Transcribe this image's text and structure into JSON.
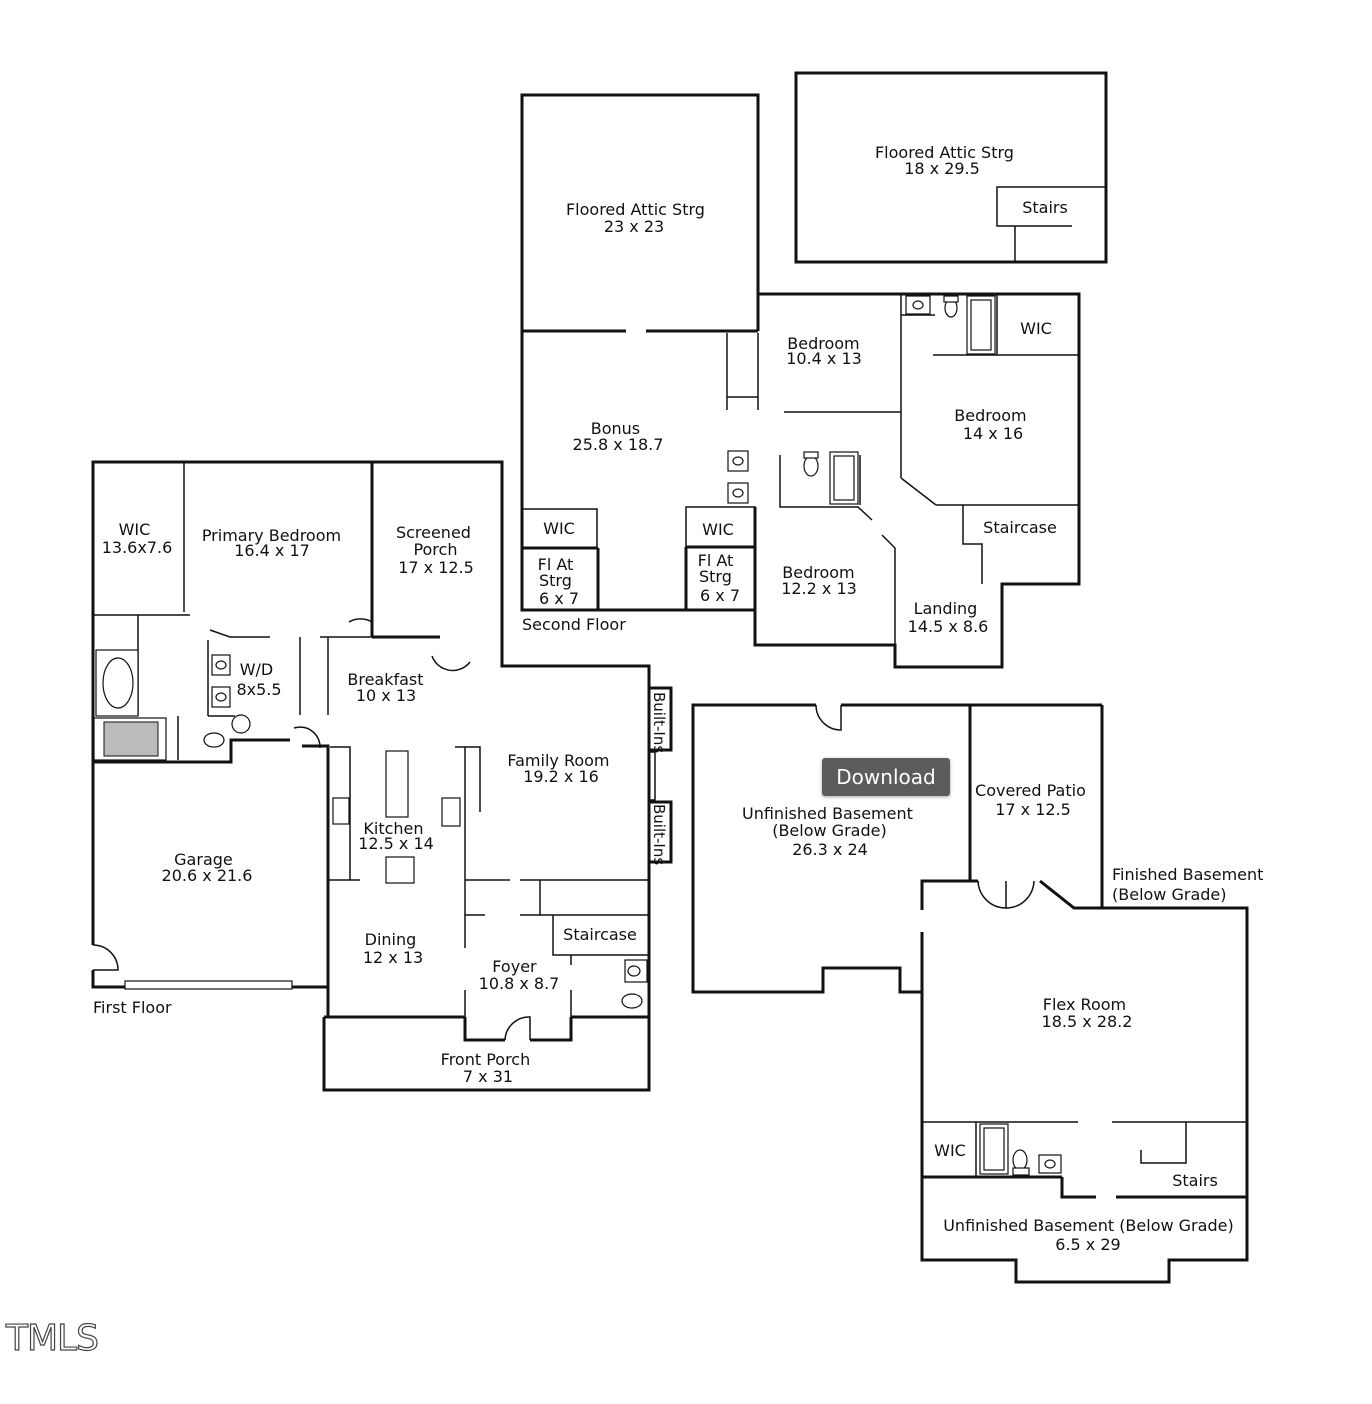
{
  "download_label": "Download",
  "logo_text": "TMLS",
  "floors": {
    "first": "First Floor",
    "second": "Second Floor",
    "finished_basement": [
      "Finished Basement",
      "(Below Grade)"
    ]
  },
  "rooms": {
    "attic_left": [
      "Floored Attic Strg",
      "23 x 23"
    ],
    "attic_right": [
      "Floored Attic Strg",
      "18 x 29.5"
    ],
    "attic_stairs": [
      "Stairs"
    ],
    "bedroom_a": [
      "Bedroom",
      "10.4 x 13"
    ],
    "wic_upper": [
      "WIC"
    ],
    "bedroom_b": [
      "Bedroom",
      "14 x 16"
    ],
    "bonus": [
      "Bonus",
      "25.8 x 18.7"
    ],
    "wic_bonus": [
      "WIC"
    ],
    "fl_at_strg_1": [
      "Fl At",
      "Strg",
      "6 x 7"
    ],
    "wic_mid": [
      "WIC"
    ],
    "fl_at_strg_2": [
      "Fl At",
      "Strg",
      "6 x 7"
    ],
    "bedroom_c": [
      "Bedroom",
      "12.2 x 13"
    ],
    "staircase_upper": [
      "Staircase"
    ],
    "landing": [
      "Landing",
      "14.5 x 8.6"
    ],
    "wic_primary": [
      "WIC",
      "13.6x7.6"
    ],
    "primary_bedroom": [
      "Primary Bedroom",
      "16.4 x 17"
    ],
    "screened_porch": [
      "Screened",
      "Porch",
      "17 x 12.5"
    ],
    "wd": [
      "W/D",
      "8x5.5"
    ],
    "breakfast": [
      "Breakfast",
      "10 x 13"
    ],
    "family_room": [
      "Family Room",
      "19.2 x 16"
    ],
    "builtins_1": [
      "Built-Ins"
    ],
    "builtins_2": [
      "Built-Ins"
    ],
    "kitchen": [
      "Kitchen",
      "12.5 x 14"
    ],
    "garage": [
      "Garage",
      "20.6 x 21.6"
    ],
    "dining": [
      "Dining",
      "12 x 13"
    ],
    "staircase_main": [
      "Staircase"
    ],
    "foyer": [
      "Foyer",
      "10.8 x 8.7"
    ],
    "front_porch": [
      "Front Porch",
      "7 x 31"
    ],
    "unfinished_basement": [
      "Unfinished Basement",
      "(Below Grade)",
      "26.3 x 24"
    ],
    "covered_patio": [
      "Covered Patio",
      "17 x 12.5"
    ],
    "flex_room": [
      "Flex Room",
      "18.5 x 28.2"
    ],
    "wic_basement": [
      "WIC"
    ],
    "stairs_basement": [
      "Stairs"
    ],
    "unfinished_basement_2": [
      "Unfinished Basement (Below Grade)",
      "6.5 x 29"
    ]
  }
}
